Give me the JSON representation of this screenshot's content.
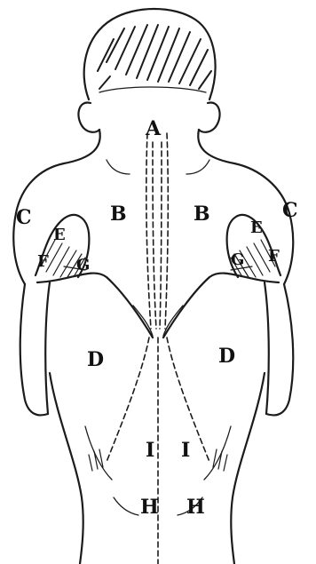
{
  "figure": {
    "labels": {
      "A": "A",
      "B_left": "B",
      "B_right": "B",
      "C_left": "C",
      "C_right": "C",
      "E_left": "E",
      "E_right": "E",
      "F_left": "F",
      "F_right": "F",
      "G_left": "G",
      "G_right": "G",
      "D_left": "D",
      "D_right": "D",
      "I_left": "I",
      "I_right": "I",
      "H_left": "H",
      "H_right": "H"
    }
  }
}
